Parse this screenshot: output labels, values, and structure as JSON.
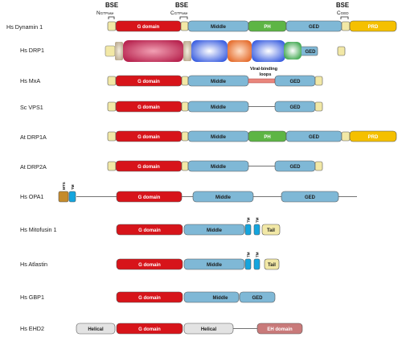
{
  "bse_annotations": {
    "title": "BSE",
    "n_gtpase": {
      "main": "N",
      "sub": "GTPase"
    },
    "c_gtpase": {
      "main": "C",
      "sub": "GTPase"
    },
    "c_ged": {
      "main": "C",
      "sub": "GED"
    }
  },
  "viral_loops_label": {
    "line1": "Viral-binding",
    "line2": "loops"
  },
  "colors": {
    "g_domain": "#d7141a",
    "middle": "#7fb8d6",
    "ph": "#5db545",
    "ged": "#7fb8d6",
    "prd": "#f5c000",
    "bse": "#f2e8a6",
    "tm": "#14a5de",
    "tail": "#f2e8a6",
    "mts": "#c58b2c",
    "helical": "#e3e3e3",
    "eh_domain": "#c97a7a",
    "viral_loop": "#e9867c"
  },
  "domain_text": {
    "g": "G domain",
    "middle": "Middle",
    "ph": "PH",
    "ged": "GED",
    "prd": "PRD",
    "tail": "Tail",
    "tm": "TM",
    "mts": "MTS",
    "helical": "Helical",
    "eh": "EH domain"
  },
  "proteins": [
    {
      "name": "Hs Dynamin 1"
    },
    {
      "name": "Hs DRP1"
    },
    {
      "name": "Hs MxA"
    },
    {
      "name": "Sc VPS1"
    },
    {
      "name": "At DRP1A"
    },
    {
      "name": "At DRP2A"
    },
    {
      "name": "Hs OPA1"
    },
    {
      "name": "Hs Mitofusin 1"
    },
    {
      "name": "Hs Atlastin"
    },
    {
      "name": "Hs GBP1"
    },
    {
      "name": "Hs EHD2"
    }
  ]
}
